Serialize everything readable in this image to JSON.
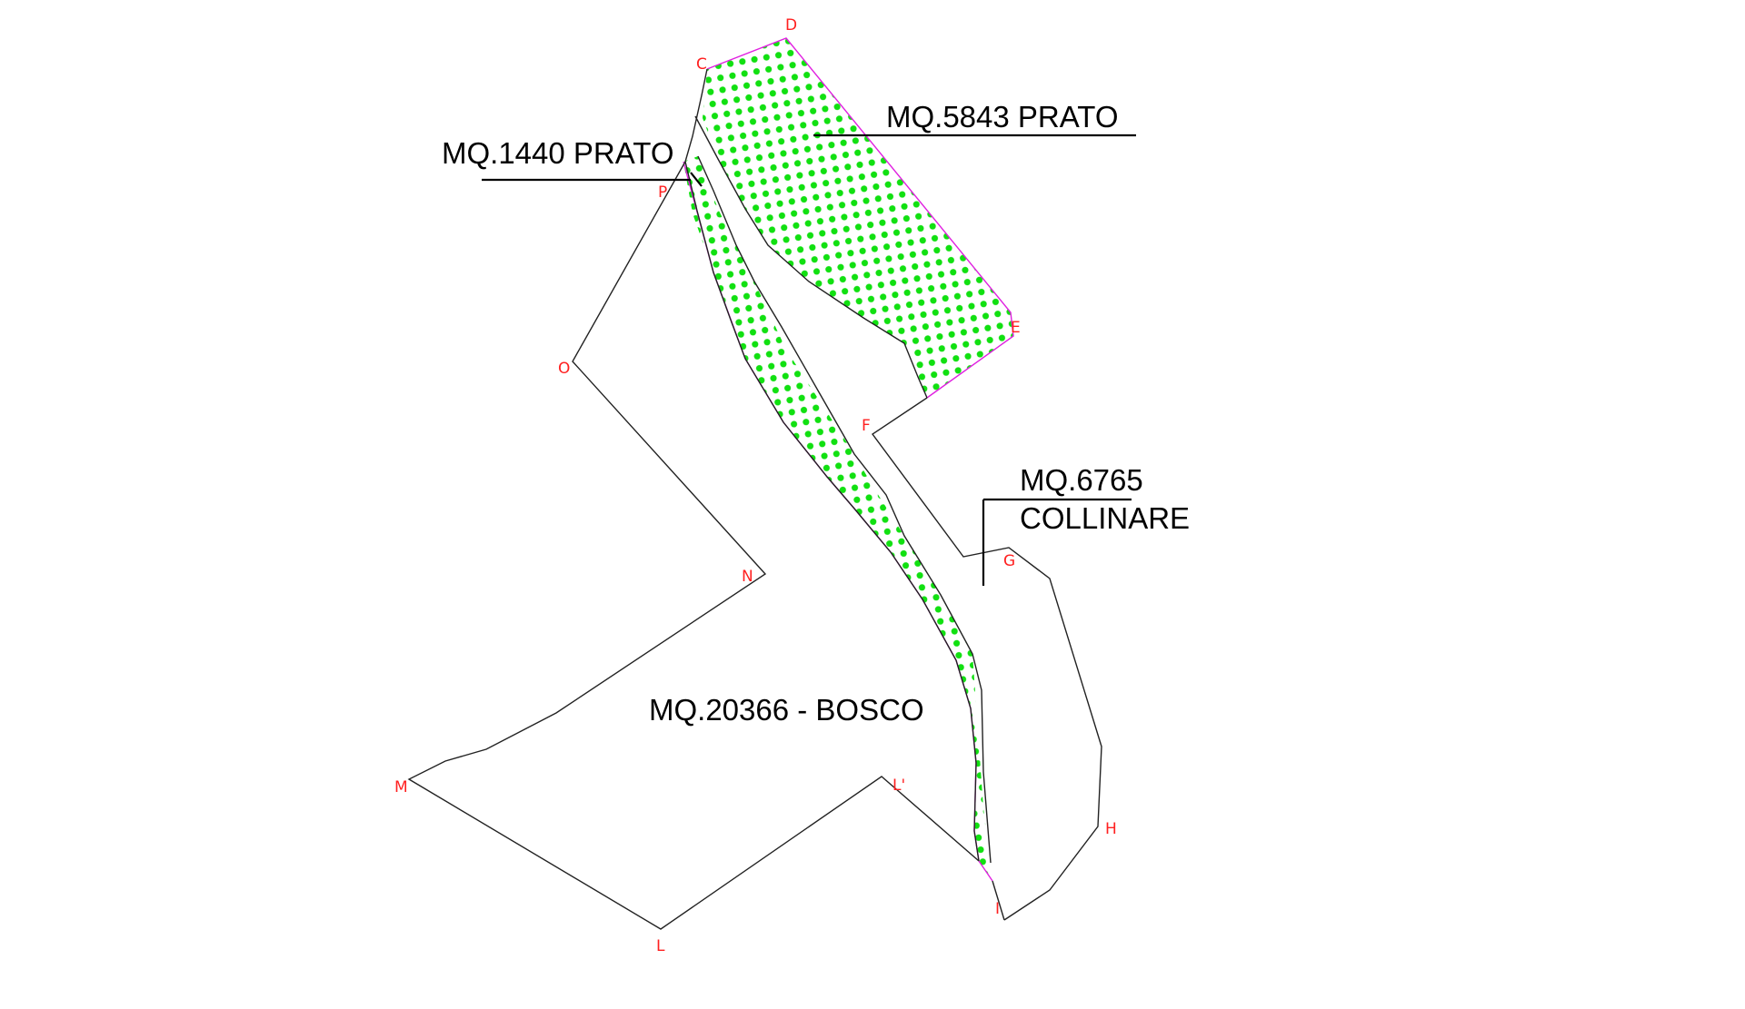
{
  "colors": {
    "hatch_dot": "#11e011",
    "pink_edge": "#e020e0",
    "point_label": "#ff2020",
    "outline": "#222222"
  },
  "point_labels": {
    "C": "C",
    "D": "D",
    "E": "E",
    "F": "F",
    "G": "G",
    "H": "H",
    "I": "I",
    "L": "L",
    "L_prime": "L'",
    "M": "M",
    "N": "N",
    "O": "O",
    "P": "P"
  },
  "areas": {
    "prato_large": "MQ.5843 PRATO",
    "prato_small": "MQ.1440 PRATO",
    "collinare_line1": "MQ.6765",
    "collinare_line2": "COLLINARE",
    "bosco": "MQ.20366 - BOSCO"
  }
}
